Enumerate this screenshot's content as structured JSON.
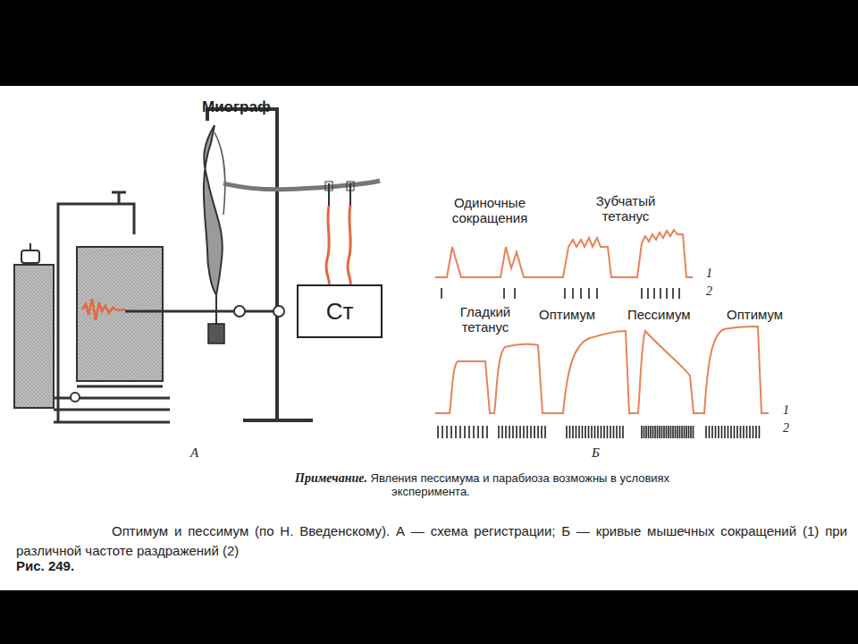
{
  "diagram": {
    "caption": "Оптимум и пессимум (по Н. Введенскому). А — схема регистрации; Б — кривые мышечных сокращений (1) при различной частоте раздражений (2)",
    "nodes": [
      {
        "text": [
          "Ст"
        ]
      }
    ],
    "labels": [
      "Миограф",
      "Одиночные сокращения",
      "Зубчатый тетанус",
      "1",
      "2",
      "Гладкий тетанус",
      "Оптимум",
      "Пессимум",
      "Оптимум",
      "1",
      "2",
      "А",
      "Б",
      "Примечание.",
      "Явления пессимума и парабиоза возможны в условиях эксперимента.",
      "Рис. 249."
    ]
  }
}
